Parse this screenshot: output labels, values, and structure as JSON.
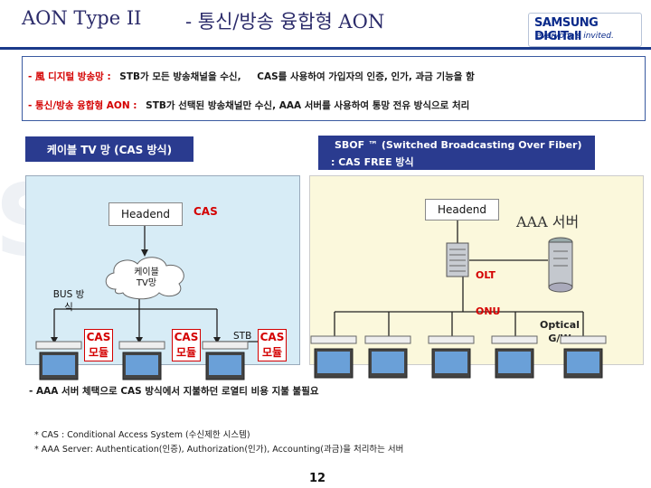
{
  "header": {
    "title_left": "AON Type II",
    "title_right": "- 통신/방송 융합형 AON",
    "logo_main": "SAMSUNG DIGITall",
    "logo_sub": "everyone's invited."
  },
  "info": {
    "line1_label": "- 風 디지털 방송망 :",
    "line1_text": "STB가 모든 방송채널을 수신,",
    "line1_text2": "CAS를 사용하여 가입자의 인증, 인가, 과금 기능을 함",
    "line2_label": "- 통신/방송 융합형 AON :",
    "line2_text": "STB가 선택된 방송채널만 수신,  AAA 서버를 사용하여 통망 전유 방식으로 처리"
  },
  "left": {
    "header": "케이블 TV 망 (CAS 방식)",
    "headend": "Headend",
    "cas_top": "CAS",
    "cloud": "케이블\nTV망",
    "bus": "BUS 방\n식",
    "cas_module": "CAS\n모듈",
    "stb": "STB"
  },
  "right": {
    "header_line1": "SBOF ™ (Switched Broadcasting Over Fiber)",
    "header_line2": ": CAS FREE 방식",
    "headend": "Headend",
    "aaa": "AAA 서버",
    "olt": "OLT",
    "onu": "ONU",
    "optical": "Optical\nG/W"
  },
  "footer": {
    "note": "- AAA 서버 체택으로 CAS 방식에서 지불하던 로열티 비용 지불 불필요",
    "def1": "* CAS : Conditional Access System (수신제한 시스템)",
    "def2": "* AAA Server: Authentication(인증), Authorization(인가), Accounting(과금)을 처리하는 서버",
    "page": "12"
  },
  "colors": {
    "navy": "#2a3b8f",
    "red": "#d40000",
    "left_panel": "#d7ecf6",
    "right_panel": "#fbf8dc"
  }
}
